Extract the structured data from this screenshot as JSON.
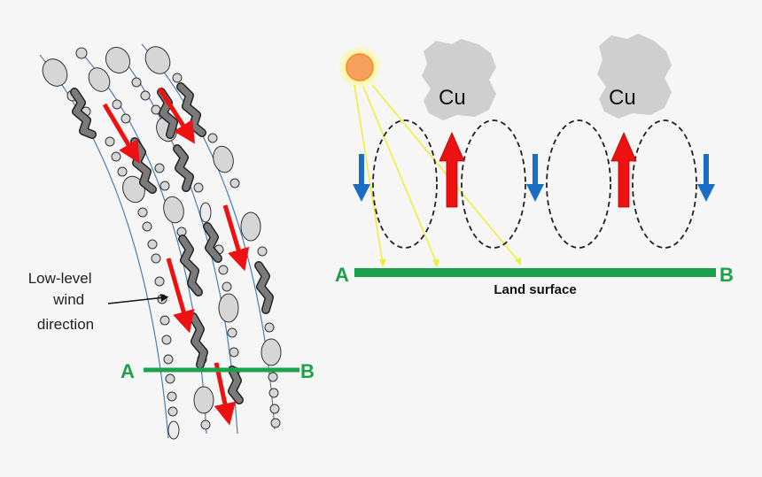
{
  "colors": {
    "background": "#f6f6f6",
    "section_line": "#1aa34a",
    "updraft": "#ee1111",
    "downdraft": "#1a6fc4",
    "cloud": "#cfcfcf",
    "sun_core": "#f5a15c",
    "sun_glow": "#fff27a",
    "sun_rays": "#eeee33",
    "band_line": "#4a7fb5",
    "puff": "#d6d6d6",
    "streak": "#777777"
  },
  "left_panel": {
    "wind_label_lines": [
      "Low-level",
      "wind",
      "direction"
    ],
    "section_start": "A",
    "section_end": "B"
  },
  "right_panel": {
    "cloud_label": "Cu",
    "cloud_labels": [
      "Cu",
      "Cu"
    ],
    "surface_label": "Land surface",
    "section_start": "A",
    "section_end": "B"
  },
  "icons": {
    "sun": "sun-icon",
    "cloud": "cumulus-cloud-icon",
    "updraft": "arrow-up-icon",
    "downdraft": "arrow-down-icon",
    "wind": "arrow-down-right-icon"
  }
}
